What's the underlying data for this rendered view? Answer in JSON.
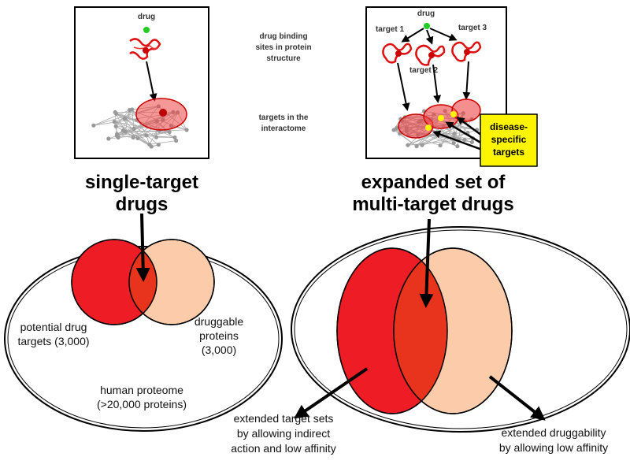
{
  "left_panel": {
    "drug_label": "drug"
  },
  "right_panel": {
    "drug_label": "drug",
    "target_labels": [
      "target 1",
      "target 2",
      "target 3"
    ],
    "callout_lines": [
      "disease-",
      "specific",
      "targets"
    ]
  },
  "middle_labels": {
    "binding_lines": [
      "drug binding",
      "sites in protein",
      "structure"
    ],
    "interactome_lines": [
      "targets in the",
      "interactome"
    ]
  },
  "headings": {
    "single_lines": [
      "single-target",
      "drugs"
    ],
    "multi_lines": [
      "expanded set of",
      "multi-target drugs"
    ]
  },
  "left_venn": {
    "potential_lines": [
      "potential drug",
      "targets (3,000)"
    ],
    "druggable_lines": [
      "druggable",
      "proteins",
      "(3,000)"
    ],
    "proteome_lines": [
      "human proteome",
      "(>20,000 proteins)"
    ]
  },
  "right_venn": {
    "extended_target_lines": [
      "extended target sets",
      "by allowing indirect",
      "action and low affinity"
    ],
    "extended_druggability_lines": [
      "extended druggability",
      "by allowing low affinity"
    ]
  },
  "colors": {
    "potential_targets": "#ee1c24",
    "druggable_proteins": "#fcccaa",
    "overlap": "#e8341c",
    "callout": "#fcf400",
    "drug_dot": "#22cc22",
    "network_node": "#999999"
  }
}
